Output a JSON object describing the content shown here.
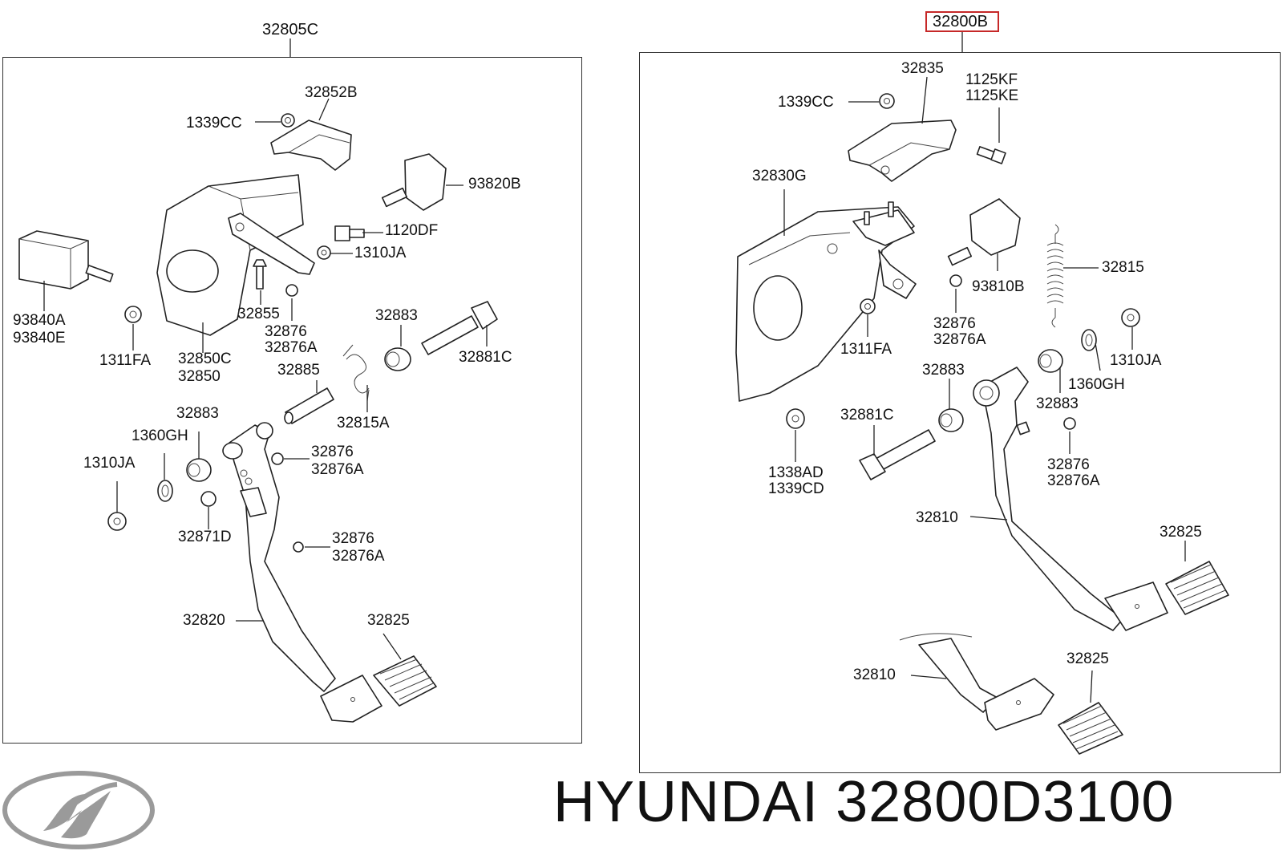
{
  "diagram": {
    "left_assembly": {
      "code": "32805C",
      "labels": {
        "l_32852B": "32852B",
        "l_1339CC": "1339CC",
        "l_93820B": "93820B",
        "l_1120DF": "1120DF",
        "l_1310JA_top": "1310JA",
        "l_93840A": "93840A",
        "l_93840E": "93840E",
        "l_32855": "32855",
        "l_32876_a": "32876",
        "l_32876A_a": "32876A",
        "l_32883_a": "32883",
        "l_1311FA": "1311FA",
        "l_32850C": "32850C",
        "l_32850": "32850",
        "l_32881C": "32881C",
        "l_32885": "32885",
        "l_32815A": "32815A",
        "l_32883_b": "32883",
        "l_1360GH": "1360GH",
        "l_32876_b": "32876",
        "l_32876A_b": "32876A",
        "l_1310JA_bottom": "1310JA",
        "l_32871D": "32871D",
        "l_32876_c": "32876",
        "l_32876A_c": "32876A",
        "l_32820": "32820",
        "l_32825": "32825"
      }
    },
    "right_assembly": {
      "code": "32800B",
      "labels": {
        "r_32835": "32835",
        "r_1125KF": "1125KF",
        "r_1125KE": "1125KE",
        "r_1339CC": "1339CC",
        "r_32830G": "32830G",
        "r_32815": "32815",
        "r_93810B": "93810B",
        "r_32876": "32876",
        "r_32876A": "32876A",
        "r_1311FA": "1311FA",
        "r_1310JA": "1310JA",
        "r_1360GH": "1360GH",
        "r_32883_a": "32883",
        "r_32883_b": "32883",
        "r_32881C": "32881C",
        "r_1338AD": "1338AD",
        "r_1339CD": "1339CD",
        "r_32876_b": "32876",
        "r_32876A_b": "32876A",
        "r_32810_a": "32810",
        "r_32825_a": "32825",
        "r_32810_b": "32810",
        "r_32825_b": "32825"
      }
    }
  },
  "footer": {
    "brand": "HYUNDAI",
    "part_number": "32800D3100"
  },
  "colors": {
    "highlight_box": "#c62828",
    "line": "#222222",
    "logo": "#9a9a9a"
  },
  "icons": {
    "logo": "hyundai-logo-icon"
  }
}
